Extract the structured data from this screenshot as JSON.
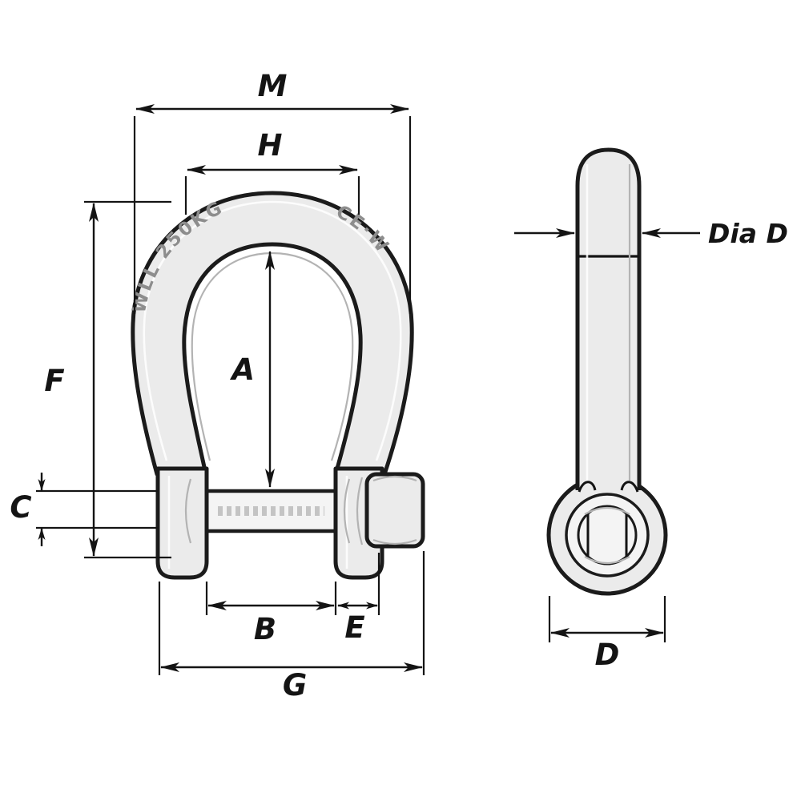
{
  "figure": {
    "description": "Bow shackle technical dimension diagram: front view and pin side view",
    "colors": {
      "background": "#ffffff",
      "stroke": "#1b1b1b",
      "metal": "#ebebeb",
      "metal_light": "#f4f4f4",
      "contour": "#b3b3b3",
      "engraving": "#8d8d8d",
      "dim": "#141414"
    },
    "dimension_labels": {
      "m": "M",
      "h": "H",
      "a": "A",
      "f": "F",
      "c": "C",
      "b": "B",
      "e": "E",
      "g": "G",
      "d": "D",
      "dia_d": "Dia D"
    },
    "engravings": {
      "left_arm": "WLL 250KG",
      "right_arm": "CE·W"
    }
  }
}
